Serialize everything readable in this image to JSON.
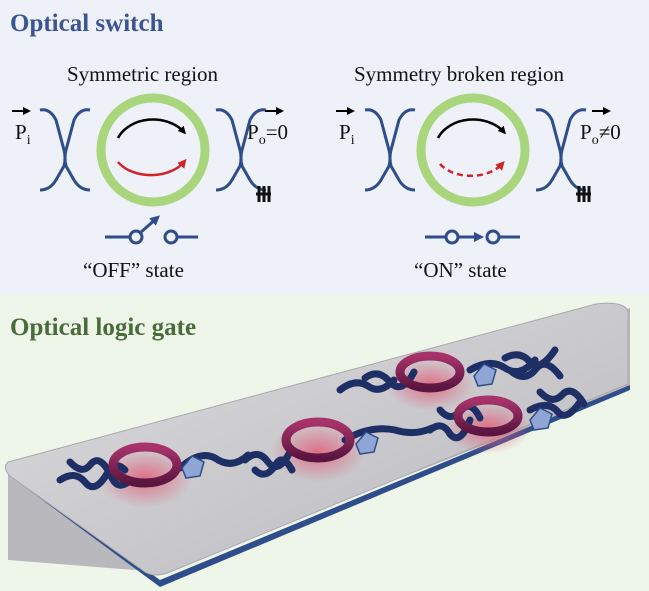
{
  "switch": {
    "heading": "Optical switch",
    "left": {
      "region": "Symmetric region",
      "state": "“OFF” state",
      "p_in": "P",
      "p_in_sub": "i",
      "p_out": "P",
      "p_out_sub": "o",
      "p_out_rel": "=0"
    },
    "right": {
      "region": "Symmetry broken region",
      "state": "“ON” state",
      "p_in": "P",
      "p_in_sub": "i",
      "p_out": "P",
      "p_out_sub": "o",
      "p_out_rel": "≠0"
    }
  },
  "logic": {
    "heading": "Optical logic gate"
  },
  "colors": {
    "waveguide": "#2f4d8a",
    "ring": "#a9d67c",
    "arrow_cw": "#000000",
    "arrow_ccw": "#d1242a",
    "chip": "#c9c9cc",
    "chip_edge": "#2f4d8a",
    "glow": "#e0607a",
    "heading_top": "#3c5496",
    "heading_bottom": "#4a6b3a"
  }
}
